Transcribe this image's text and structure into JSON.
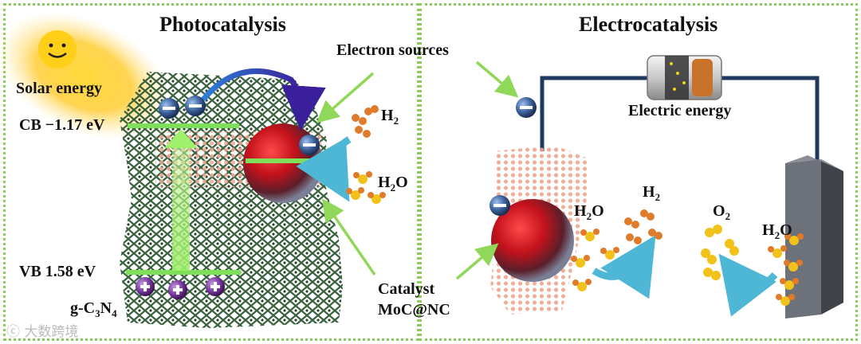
{
  "left": {
    "title": "Photocatalysis",
    "solar_label": "Solar energy",
    "cb_label": "CB −1.17 eV",
    "vb_label": "VB 1.58 eV",
    "material_label_prefix": "g-C",
    "material_sub1": "3",
    "material_mid": "N",
    "material_sub2": "4",
    "electron_sources_label": "Electron sources",
    "h2_label": "H",
    "h2_sub": "2",
    "h2o_label": "H",
    "h2o_sub": "2",
    "h2o_tail": "O",
    "catalyst_line1": "Catalyst",
    "catalyst_line2": "MoC@NC"
  },
  "right": {
    "title": "Electrocatalysis",
    "electric_label": "Electric energy",
    "h2o_label": "H",
    "h2o_sub": "2",
    "h2o_tail": "O",
    "h2_label": "H",
    "h2_sub": "2",
    "o2_label": "O",
    "o2_sub": "2",
    "h2o_right_label": "H",
    "h2o_right_sub": "2",
    "h2o_right_tail": "O"
  },
  "watermark": "大数跨境",
  "colors": {
    "border": "#8ccc5a",
    "band_line": "#7ee05a",
    "wire": "#1f3a5f",
    "sphere_red": "#d61a2a",
    "electron": "#3b5f9a",
    "hole": "#7a3aa0",
    "arrow_cyan": "#4fb7d6",
    "molecule_orange": "#e07b2a",
    "molecule_yellow": "#f2c21a"
  },
  "icons": [
    "sun-icon",
    "electron-icon",
    "hole-icon",
    "battery-icon",
    "electrode-icon",
    "catalyst-sphere-icon"
  ]
}
